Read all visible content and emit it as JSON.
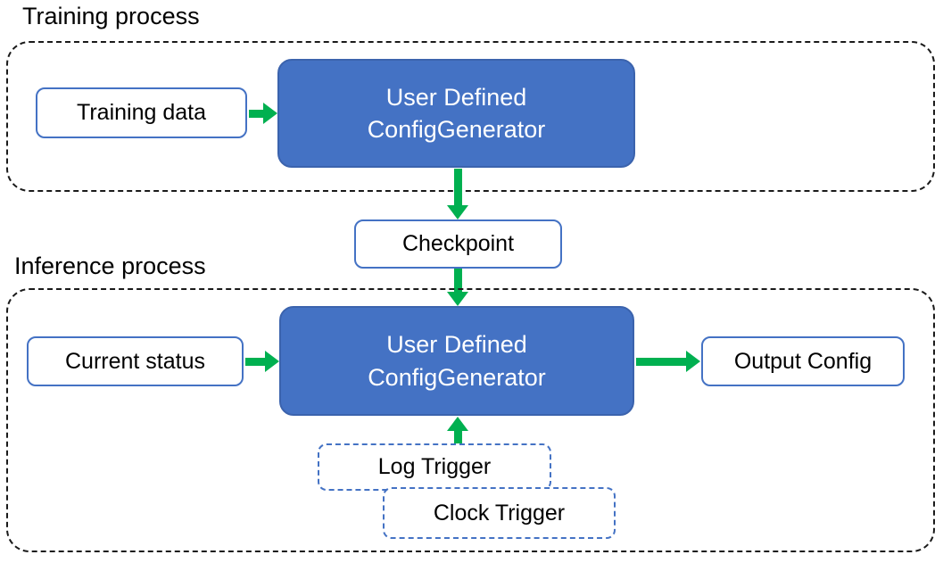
{
  "colors": {
    "generator_fill": "#4472C4",
    "generator_text": "#ffffff",
    "io_box_border": "#4472C4",
    "trigger_dashed_border": "#4472C4",
    "container_dashed_border": "#1a1a1a",
    "arrow_green": "#00B050"
  },
  "training": {
    "label": "Training process",
    "input": "Training data",
    "generator": {
      "line1": "User Defined",
      "line2": "ConfigGenerator"
    }
  },
  "checkpoint": {
    "label": "Checkpoint"
  },
  "inference": {
    "label": "Inference process",
    "input": "Current status",
    "generator": {
      "line1": "User Defined",
      "line2": "ConfigGenerator"
    },
    "output": "Output Config",
    "log_trigger": "Log Trigger",
    "clock_trigger": "Clock Trigger"
  }
}
